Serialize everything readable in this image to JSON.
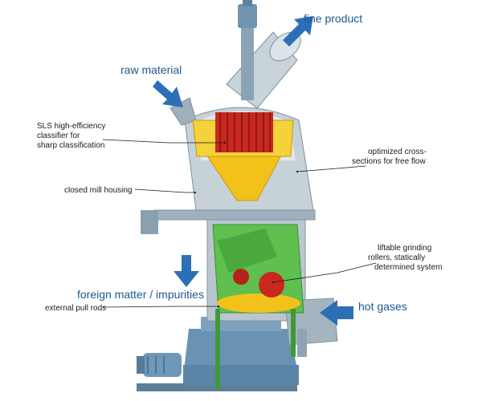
{
  "flows": {
    "fine_product": "fine product",
    "raw_material": "raw material",
    "foreign_matter": "foreign matter / impurities",
    "hot_gases": "hot gases"
  },
  "callouts": {
    "classifier": [
      "SLS high-efficiency",
      "classifier for",
      "sharp classification"
    ],
    "cross_sections": [
      "optimized cross-",
      "sections for free flow"
    ],
    "housing": "closed mill housing",
    "rollers": [
      "liftable grinding",
      "rollers, statically",
      "determined system"
    ],
    "pull_rods": "external pull rods"
  },
  "colors": {
    "flow_arrow": "#2d6fb7",
    "flow_text": "#1d5a8e",
    "housing": "#b9c6cf",
    "classifier_cone": "#f2c21b",
    "classifier_rotor": "#c8281e",
    "grinding_unit": "#5fbf4f",
    "base": "#6a93b3"
  }
}
